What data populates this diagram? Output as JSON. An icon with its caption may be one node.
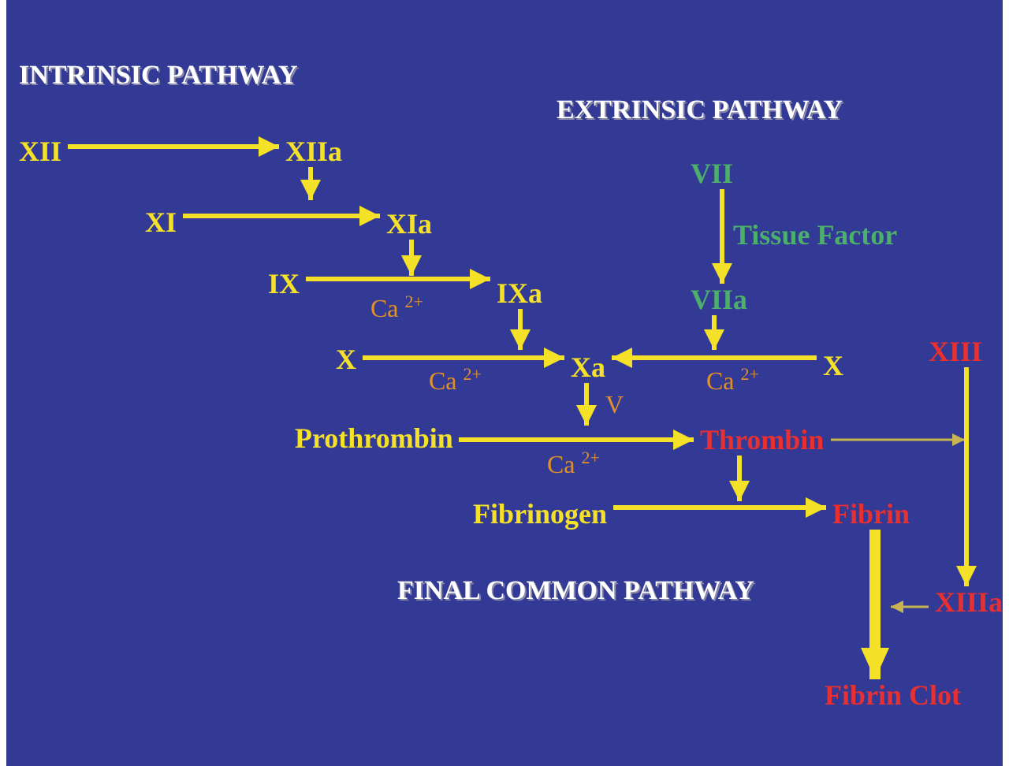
{
  "diagram": {
    "nodes": [
      {
        "text": [
          "XII"
        ]
      },
      {
        "text": [
          "XIIa"
        ]
      },
      {
        "text": [
          "XI"
        ]
      },
      {
        "text": [
          "XIa"
        ]
      },
      {
        "text": [
          "IX"
        ]
      },
      {
        "text": [
          "IXa"
        ]
      },
      {
        "text": [
          "VII"
        ]
      },
      {
        "text": [
          "X"
        ]
      },
      {
        "text": [
          "Xa"
        ]
      },
      {
        "text": [
          "X"
        ]
      },
      {
        "text": [
          "VIIa"
        ]
      },
      {
        "text": [
          "XIII"
        ]
      },
      {
        "text": [
          "Prothrombin"
        ]
      },
      {
        "text": [
          "Thrombin"
        ]
      },
      {
        "text": [
          "Fibrinogen"
        ]
      },
      {
        "text": [
          "Fibrin"
        ]
      },
      {
        "text": [
          "XIIIa"
        ]
      },
      {
        "text": [
          "Fibrin Clot"
        ]
      }
    ],
    "edges": [
      {
        "from": 0,
        "to": 1,
        "arrow": "to"
      },
      {
        "from": 1,
        "to": null,
        "arrow": "to"
      },
      {
        "from": 2,
        "to": 3,
        "arrow": "to"
      },
      {
        "from": 3,
        "to": null,
        "arrow": "to"
      },
      {
        "from": 4,
        "to": 5,
        "arrow": "to",
        "label": "Ca $^{2+}$"
      },
      {
        "from": 5,
        "to": null,
        "arrow": "to"
      },
      {
        "from": 6,
        "to": 10,
        "arrow": "to",
        "label": "Tissue Factor"
      },
      {
        "from": 7,
        "to": 8,
        "arrow": "to",
        "label": "Ca $^{2+}$"
      },
      {
        "from": 9,
        "to": 8,
        "arrow": "to",
        "label": "Ca $^{2+}$"
      },
      {
        "from": 10,
        "to": null,
        "arrow": "to"
      },
      {
        "from": 8,
        "to": null,
        "arrow": "to",
        "label": "V"
      },
      {
        "from": 12,
        "to": 13,
        "arrow": "to",
        "label": "Ca $^{2+}$"
      },
      {
        "from": 13,
        "to": null,
        "arrow": "to"
      },
      {
        "from": 14,
        "to": 15,
        "arrow": "to"
      },
      {
        "from": 13,
        "to": null,
        "arrow": "to",
        "color": "#c8b450"
      },
      {
        "from": 11,
        "to": 16,
        "arrow": "to"
      },
      {
        "from": 15,
        "to": 17,
        "arrow": "to",
        "style": "thick"
      },
      {
        "from": 16,
        "to": null,
        "arrow": "to",
        "color": "#c8b450"
      }
    ],
    "labels": [
      "INTRINSIC PATHWAY",
      "EXTRINSIC PATHWAY",
      "FINAL COMMON PATHWAY"
    ]
  }
}
